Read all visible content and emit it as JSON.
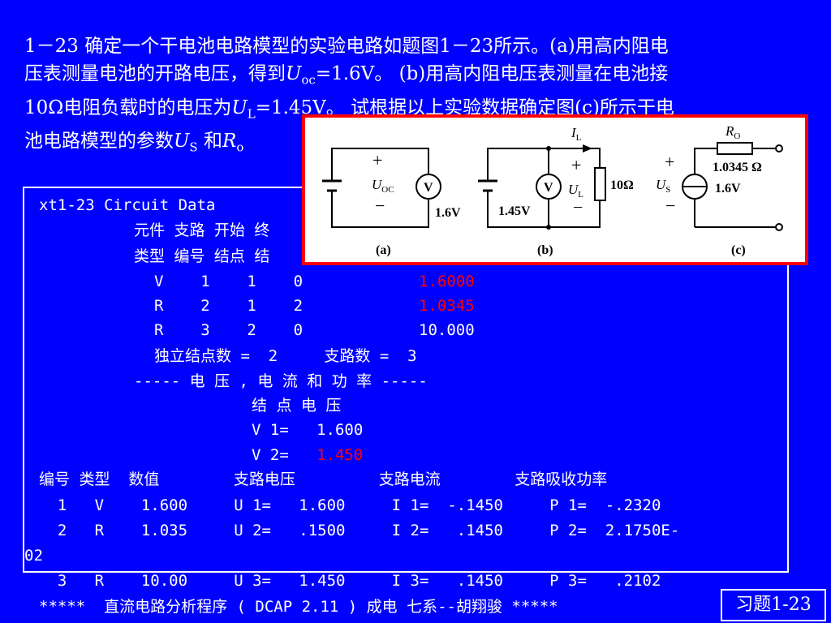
{
  "problem": {
    "line1": "1－23 确定一个干电池电路模型的实验电路如题图1－23所示。(a)用高内阻电",
    "line2_pre": "压表测量电池的开路电压，得到",
    "line2_var": "U",
    "line2_sub": "oc",
    "line2_post": "=1.6V。 (b)用高内阻电压表测量在电池接",
    "line3_pre": "10Ω电阻负载时的电压为",
    "line3_var": "U",
    "line3_sub": "L",
    "line3_post": "=1.45V。 试根据以上实验数据确定图(c)所示干电",
    "line4_pre": "池电路模型的参数",
    "line4_var1": "U",
    "line4_sub1": "S",
    "line4_mid": " 和",
    "line4_var2": "R",
    "line4_sub2": "o"
  },
  "figure": {
    "a": {
      "plus": "+",
      "label": "U",
      "sub": "OC",
      "minus": "−",
      "meter": "V",
      "value": "1.6V",
      "caption": "(a)"
    },
    "b": {
      "current": "I",
      "current_sub": "L",
      "plus": "+",
      "label": "U",
      "sub": "L",
      "minus": "−",
      "meter": "V",
      "value": "1.45V",
      "resistor": "10Ω",
      "caption": "(b)"
    },
    "c": {
      "res_label": "R",
      "res_sub": "O",
      "res_value": "1.0345 Ω",
      "plus": "+",
      "src_label": "U",
      "src_sub": "S",
      "src_value": "1.6V",
      "minus": "−",
      "caption": "(c)"
    }
  },
  "output": {
    "header": "xt1-23 Circuit Data",
    "col_head1": "元件 支路 开始 终",
    "col_head2": "类型 编号 结点 结",
    "elements": [
      {
        "cells": "V    1    1    0",
        "value": "1.6000"
      },
      {
        "cells": "R    2    1    2",
        "value": "1.0345"
      },
      {
        "cells": "R    3    2    0",
        "value": "10.000"
      }
    ],
    "nodes_line": "独立结点数 =  2     支路数 =  3",
    "section": "----- 电 压 , 电 流 和 功 率 -----",
    "node_voltage_title": "结 点 电 压",
    "v1": "V 1=   1.600",
    "v2_label": "V 2=   ",
    "v2_value": "1.450",
    "table_header": "编号 类型  数值        支路电压         支路电流        支路吸收功率",
    "rows": [
      "  1   V    1.600     U 1=   1.600     I 1=  -.1450     P 1=  -.2320",
      "  2   R    1.035     U 2=   .1500     I 2=   .1450     P 2=  2.1750E-",
      "02",
      "  3   R    10.00     U 3=   1.450     I 3=   .1450     P 3=   .2102"
    ],
    "footer": "*****  直流电路分析程序 ( DCAP 2.11 ) 成电 七系--胡翔骏 *****"
  },
  "badge": "习题1-23"
}
